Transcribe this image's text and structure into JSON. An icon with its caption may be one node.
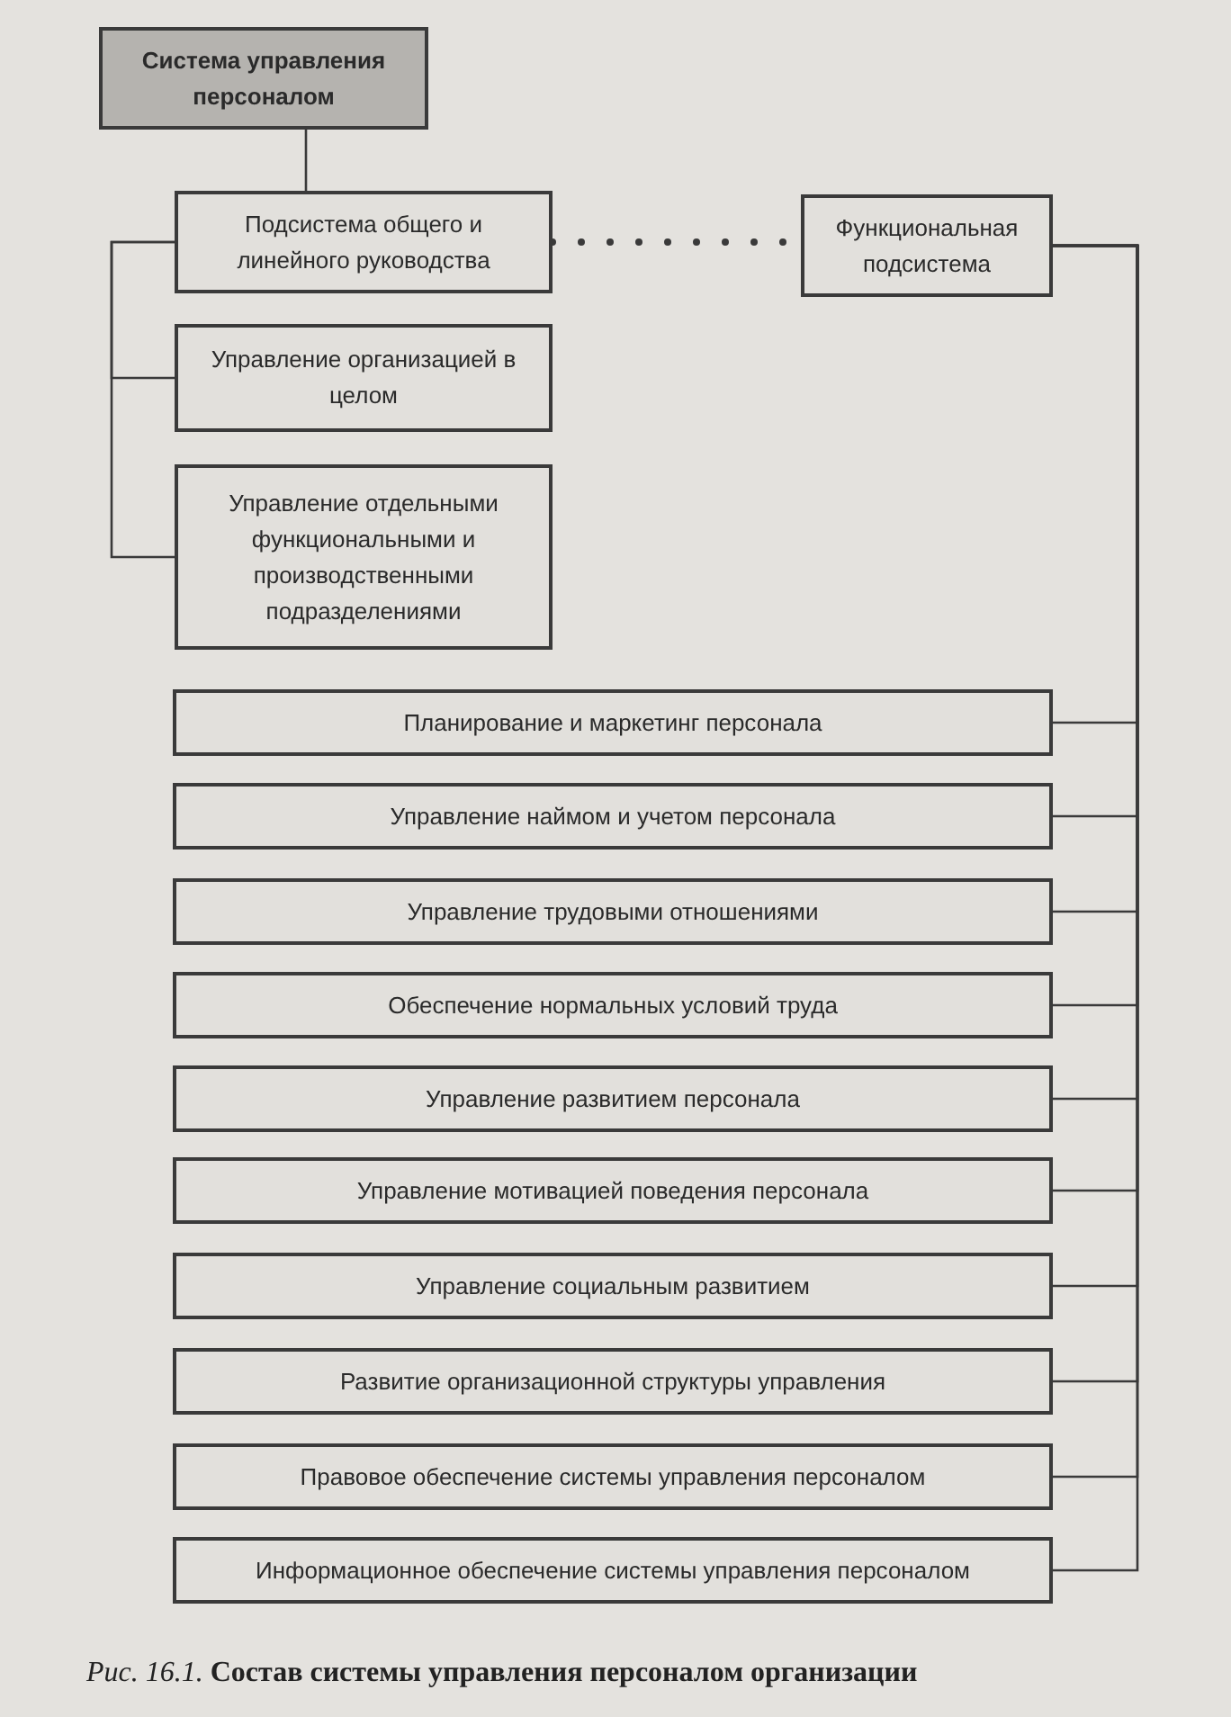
{
  "diagram": {
    "caption": "*Рис. 16.1.* **Состав системы управления персоналом организации**",
    "nodes": [
      {
        "text": [
          "Система управления персоналом"
        ]
      },
      {
        "text": [
          "Подсистема общего и линейного руководства"
        ]
      },
      {
        "text": [
          "Управление организацией в целом"
        ]
      },
      {
        "text": [
          "Управление отдельными функциональными и производственными подразделениями"
        ]
      },
      {
        "text": [
          "Функциональная подсистема"
        ]
      },
      {
        "text": [
          "Планирование и маркетинг персонала"
        ]
      },
      {
        "text": [
          "Управление наймом и учетом персонала"
        ]
      },
      {
        "text": [
          "Управление трудовыми отношениями"
        ]
      },
      {
        "text": [
          "Обеспечение нормальных условий труда"
        ]
      },
      {
        "text": [
          "Управление развитием персонала"
        ]
      },
      {
        "text": [
          "Управление мотивацией поведения персонала"
        ]
      },
      {
        "text": [
          "Управление социальным развитием"
        ]
      },
      {
        "text": [
          "Развитие организационной структуры управления"
        ]
      },
      {
        "text": [
          "Правовое обеспечение системы управления персоналом"
        ]
      },
      {
        "text": [
          "Информационное обеспечение системы управления персоналом"
        ]
      }
    ],
    "edges": [
      {
        "from": 0,
        "to": 1,
        "arrow": "none"
      },
      {
        "from": 1,
        "to": 2,
        "arrow": "none"
      },
      {
        "from": 1,
        "to": 3,
        "arrow": "none"
      },
      {
        "from": 1,
        "to": 4,
        "arrow": "none",
        "style": "dashed"
      },
      {
        "from": 4,
        "to": 5,
        "arrow": "none"
      },
      {
        "from": 4,
        "to": 6,
        "arrow": "none"
      },
      {
        "from": 4,
        "to": 7,
        "arrow": "none"
      },
      {
        "from": 4,
        "to": 8,
        "arrow": "none"
      },
      {
        "from": 4,
        "to": 9,
        "arrow": "none"
      },
      {
        "from": 4,
        "to": 10,
        "arrow": "none"
      },
      {
        "from": 4,
        "to": 11,
        "arrow": "none"
      },
      {
        "from": 4,
        "to": 12,
        "arrow": "none"
      },
      {
        "from": 4,
        "to": 13,
        "arrow": "none"
      },
      {
        "from": 4,
        "to": 14,
        "arrow": "none"
      }
    ]
  }
}
